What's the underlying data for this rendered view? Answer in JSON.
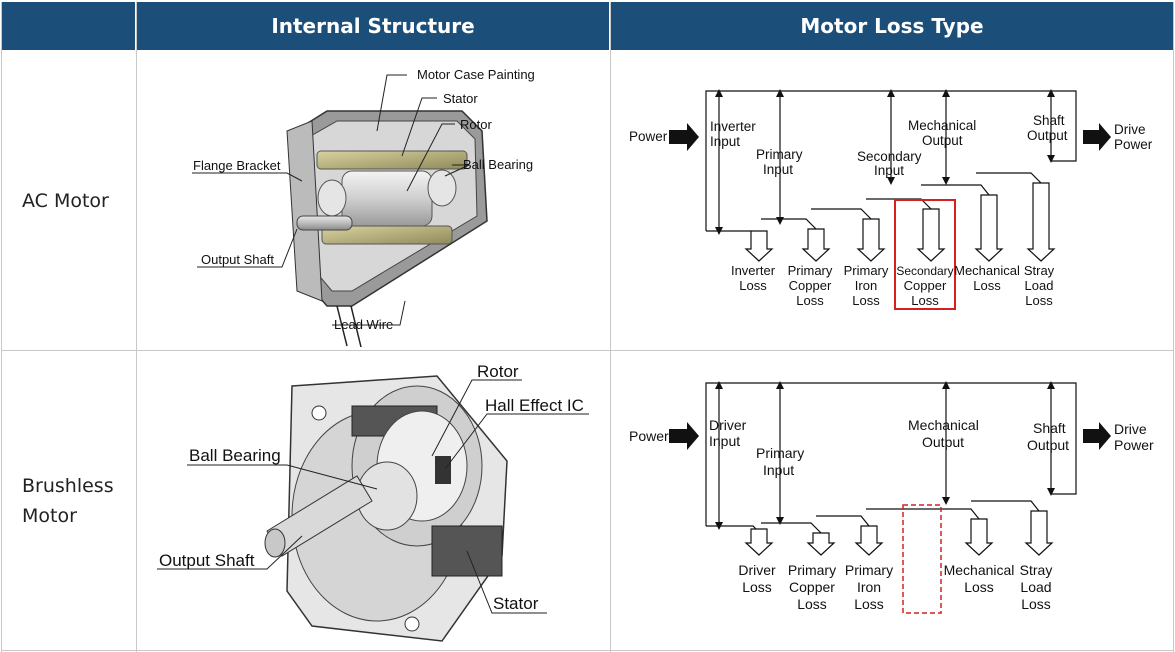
{
  "header": {
    "col1": "",
    "col2": "Internal Structure",
    "col3": "Motor Loss Type"
  },
  "rows": [
    {
      "label": "AC Motor",
      "structure_labels": {
        "motor_case": "Motor Case  Painting",
        "stator": "Stator",
        "rotor": "Rotor",
        "ball_bearing": "Ball Bearing",
        "flange_bracket": "Flange Bracket",
        "output_shaft": "Output Shaft",
        "lead_wire": "Lead Wire"
      },
      "loss": {
        "power": "Power",
        "inverter_input": [
          "Inverter",
          "Input"
        ],
        "primary_input": [
          "Primary",
          "Input"
        ],
        "secondary_input": [
          "Secondary",
          "Input"
        ],
        "mechanical_output": [
          "Mechanical",
          "Output"
        ],
        "shaft_output": [
          "Shaft",
          "Output"
        ],
        "drive_power": [
          "Drive",
          "Power"
        ],
        "losses": [
          [
            "Inverter",
            "Loss"
          ],
          [
            "Primary",
            "Copper",
            "Loss"
          ],
          [
            "Primary",
            "Iron",
            "Loss"
          ],
          [
            "Secondary",
            "Copper",
            "Loss"
          ],
          [
            "Mechanical",
            "Loss"
          ],
          [
            "Stray",
            "Load",
            "Loss"
          ]
        ]
      }
    },
    {
      "label_line1": "Brushless",
      "label_line2": "Motor",
      "structure_labels": {
        "rotor": "Rotor",
        "hall_ic": "Hall Effect IC",
        "ball_bearing": "Ball Bearing",
        "output_shaft": "Output Shaft",
        "stator": "Stator"
      },
      "loss": {
        "power": "Power",
        "driver_input": [
          "Driver",
          "Input"
        ],
        "primary_input": [
          "Primary",
          "Input"
        ],
        "mechanical_output": [
          "Mechanical",
          "Output"
        ],
        "shaft_output": [
          "Shaft",
          "Output"
        ],
        "drive_power": [
          "Drive",
          "Power"
        ],
        "losses": [
          [
            "Driver",
            "Loss"
          ],
          [
            "Primary",
            "Copper",
            "Loss"
          ],
          [
            "Primary",
            "Iron",
            "Loss"
          ],
          [
            "Mechanical",
            "Loss"
          ],
          [
            "Stray",
            "Load",
            "Loss"
          ]
        ]
      }
    }
  ],
  "colors": {
    "header_bg": "#1b4f7a",
    "highlight": "#d42020",
    "border": "#c8c8c8"
  }
}
